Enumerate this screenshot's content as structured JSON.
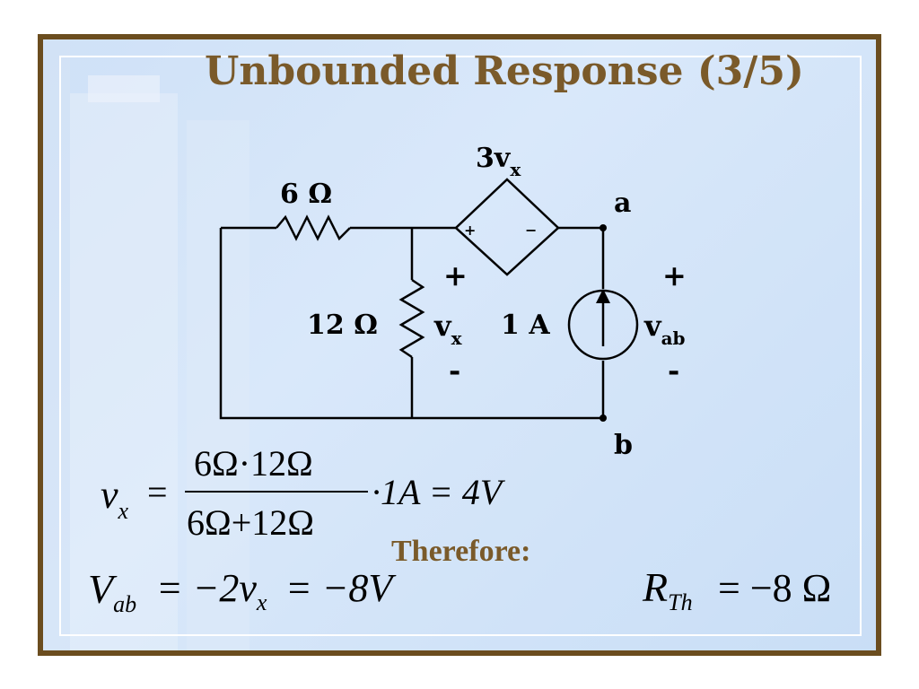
{
  "slide": {
    "title": "Unbounded Response  (3/5)",
    "colors": {
      "title": "#7a5a2a",
      "frame": "#6b4d1f",
      "background": "#cfe1f7"
    }
  },
  "circuit": {
    "resistor_top": "6 Ω",
    "resistor_mid": "12 Ω",
    "dep_source": {
      "label_main": "3v",
      "label_sub": "x",
      "plus": "+",
      "minus": "−"
    },
    "vx": {
      "main": "v",
      "sub": "x",
      "plus": "+",
      "minus": "-"
    },
    "current_source": "1 A",
    "vab": {
      "main": "v",
      "sub": "ab",
      "plus": "+",
      "minus": "-"
    },
    "node_a": "a",
    "node_b": "b"
  },
  "equations": {
    "eq1_lhs": "v",
    "eq1_lhs_sub": "x",
    "eq1_eq": "=",
    "eq1_num": "6Ω·12Ω",
    "eq1_den": "6Ω+12Ω",
    "eq1_rhs": "·1A = 4V",
    "eq2_lhs": "V",
    "eq2_lhs_sub": "ab",
    "eq2_mid": "= −2v",
    "eq2_mid_sub": "x",
    "eq2_rhs": "= −8V",
    "therefore": "Therefore:",
    "rth_lhs": "R",
    "rth_sub": "Th",
    "rth_rhs": "= −8 Ω"
  }
}
